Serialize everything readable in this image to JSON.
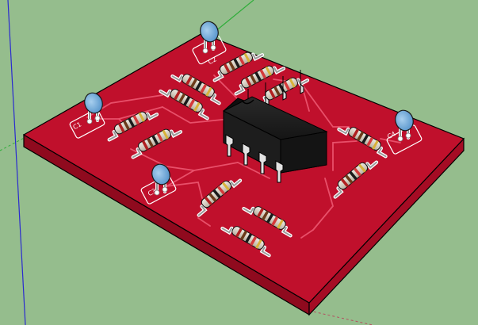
{
  "colors": {
    "background": "#95bd8d",
    "board_top": "#c0102c",
    "board_side": "#8f0a1e",
    "trace": "#e8506a",
    "silkscreen": "#ffffff",
    "ic_body": "#1b1b1b",
    "capacitor": "#6fa8d9",
    "resistor_body": "#d8d2c8",
    "lead": "#c8c8c8",
    "axis_blue": "#2a2ad0",
    "axis_green": "#2fae3a"
  },
  "silkscreen_labels": {
    "c1": "C1",
    "c2": "C2",
    "c3": "C3",
    "c4": "C4"
  }
}
